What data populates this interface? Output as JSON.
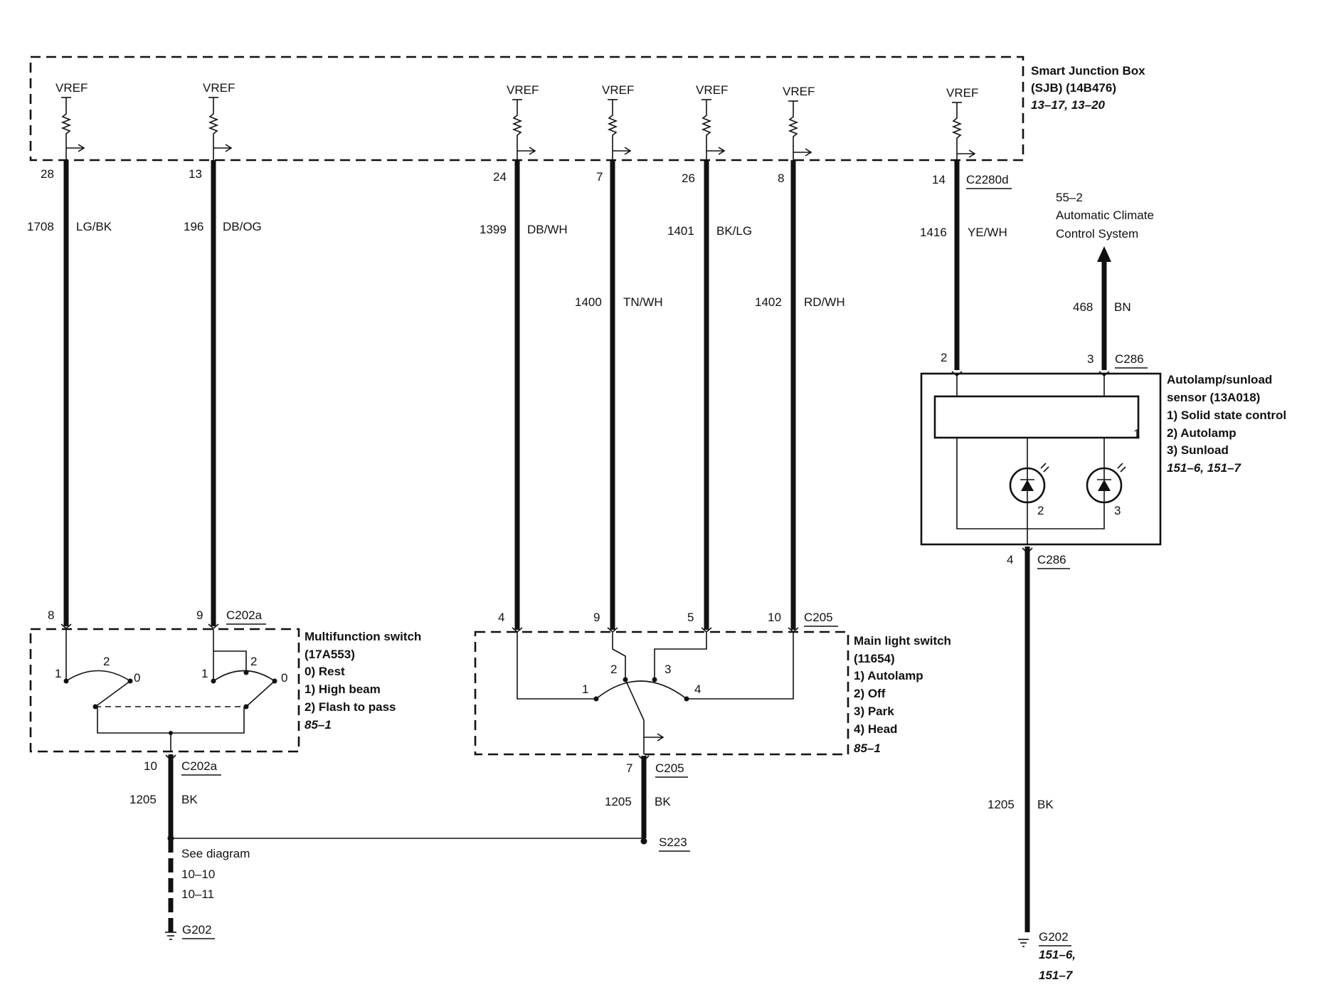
{
  "sjb": {
    "title": "Smart Junction Box",
    "sub": "(SJB) (14B476)",
    "ref": "13–17, 13–20",
    "connector": "C2280d"
  },
  "vref_label": "VREF",
  "sjb_pins": [
    "28",
    "13",
    "24",
    "7",
    "26",
    "8",
    "14"
  ],
  "wires": [
    {
      "circuit": "1708",
      "color": "LG/BK"
    },
    {
      "circuit": "196",
      "color": "DB/OG"
    },
    {
      "circuit": "1399",
      "color": "DB/WH"
    },
    {
      "circuit": "1400",
      "color": "TN/WH"
    },
    {
      "circuit": "1401",
      "color": "BK/LG"
    },
    {
      "circuit": "1402",
      "color": "RD/WH"
    },
    {
      "circuit": "1416",
      "color": "YE/WH"
    }
  ],
  "climate": {
    "ref": "55–2",
    "line1": "Automatic Climate",
    "line2": "Control System",
    "circuit": "468",
    "color": "BN"
  },
  "sensor": {
    "connector": "C286",
    "pin_a": "2",
    "pin_b": "3",
    "pin_ground": "4",
    "inner_1": "1",
    "inner_2": "2",
    "inner_3": "3",
    "title1": "Autolamp/sunload",
    "title2": "sensor (13A018)",
    "items": [
      "1)   Solid state control",
      "2)   Autolamp",
      "3)   Sunload"
    ],
    "ref": "151–6, 151–7"
  },
  "mfs": {
    "connector": "C202a",
    "pin_a": "8",
    "pin_b": "9",
    "ground_pin": "10",
    "title1": "Multifunction switch",
    "title2": "(17A553)",
    "items": [
      "0)    Rest",
      "1)    High beam",
      "2)    Flash to pass"
    ],
    "ref": "85–1",
    "pos_1": "1",
    "pos_2": "2",
    "pos_0": "0"
  },
  "mls": {
    "connector": "C205",
    "pins": [
      "4",
      "9",
      "5",
      "10"
    ],
    "ground_pin": "7",
    "title1": "Main light switch",
    "title2": "(11654)",
    "items": [
      "1)    Autolamp",
      "2)    Off",
      "3)    Park",
      "4)    Head"
    ],
    "ref": "85–1",
    "pos": [
      "1",
      "2",
      "3",
      "4"
    ]
  },
  "ground": {
    "circuit": "1205",
    "color": "BK",
    "splice": "S223",
    "see": "See diagram",
    "see_ref1": "10–10",
    "see_ref2": "10–11",
    "g_left": "G202",
    "g_right": "G202",
    "g_right_ref1": "151–6,",
    "g_right_ref2": "151–7"
  }
}
